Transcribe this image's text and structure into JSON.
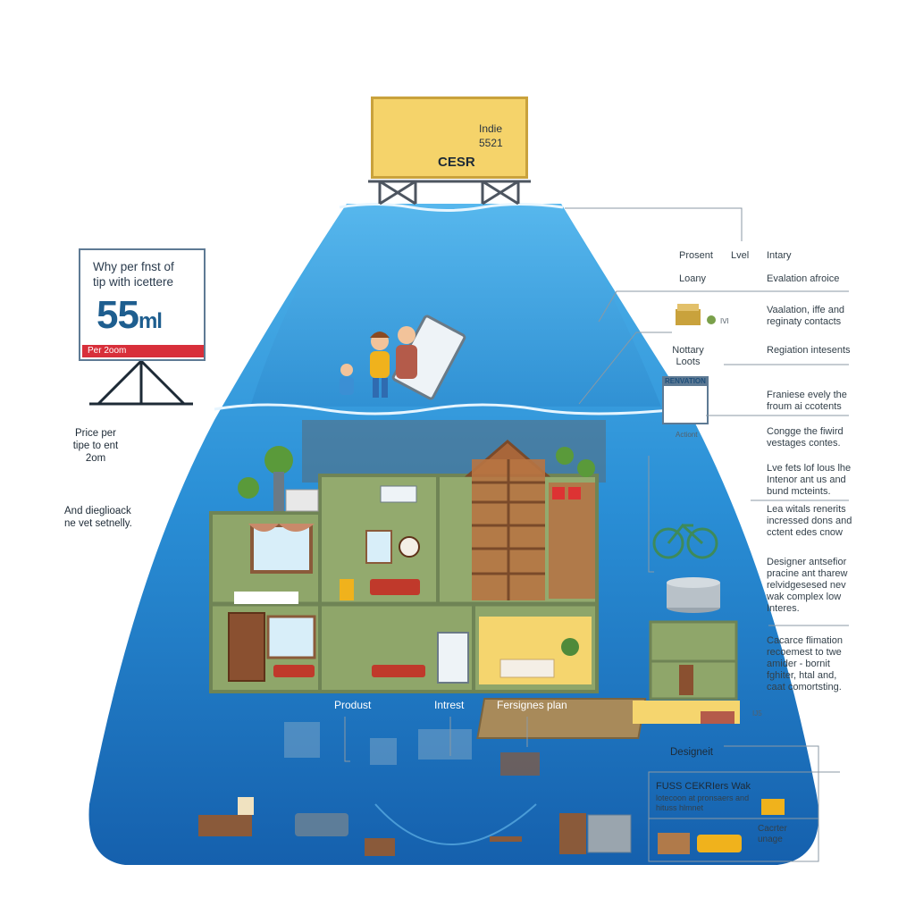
{
  "billboard": {
    "line1": "Indie",
    "line2": "5521",
    "brand": "CESR"
  },
  "sign": {
    "question": "Why per fnst of\ntip with icettere",
    "value": "55",
    "unit": "ml",
    "banner": "Per 2oom"
  },
  "left_notes": [
    {
      "text": "Price per\ntipe to ent\n2om"
    },
    {
      "text": "And dieglioack\nne vet setnelly."
    }
  ],
  "right_header": {
    "col1": "Prosent",
    "col2": "Lvel",
    "col3": "Intary"
  },
  "right_notes": [
    {
      "text": "Loany"
    },
    {
      "text": "Evalation afroice"
    },
    {
      "text": "Vaalation, iffe and\nreginaty contacts"
    },
    {
      "text": "Nottary\nLoots"
    },
    {
      "text": "Regiation intesents"
    },
    {
      "text": "Franiese evely the\nfroum ai ccotents"
    },
    {
      "text": "Congge the fiwird\nvestages contes."
    },
    {
      "text": "Lve fets lof lous lhe\nIntenor ant us and\nbund mcteints."
    },
    {
      "text": "Lea witals renerits\nincressed dons and\ncctent edes cnow"
    },
    {
      "text": "Designer antsefior\npracine ant tharew\nrelvidgesesed nev\nwak complex low\nInteres."
    },
    {
      "text": "Cacarce flimation\nrecoemest to twe\namider - bornit\nfghiter, htal and,\ncaat comortsting."
    }
  ],
  "small_labels": {
    "calendar": "RENVATION",
    "calendar_sub": "Actiont",
    "money_tag": "IVI",
    "tiny_tag": "IJ5"
  },
  "bottom_labels": {
    "product": "Produst",
    "interest": "Intrest",
    "plan": "Fersignes plan",
    "designer": "Designeit"
  },
  "bottom_box": {
    "title": "FUSS CEKRIers Wak",
    "sub": "lotecoon at pronsaers and\nhituss hlmnet",
    "side": "Cacrter\nunage"
  },
  "colors": {
    "water_top": "#3aa0e0",
    "water_bottom": "#1669b3",
    "house": "#8fa66a",
    "billboard": "#f5d36a",
    "accent_red": "#d82f3a"
  }
}
